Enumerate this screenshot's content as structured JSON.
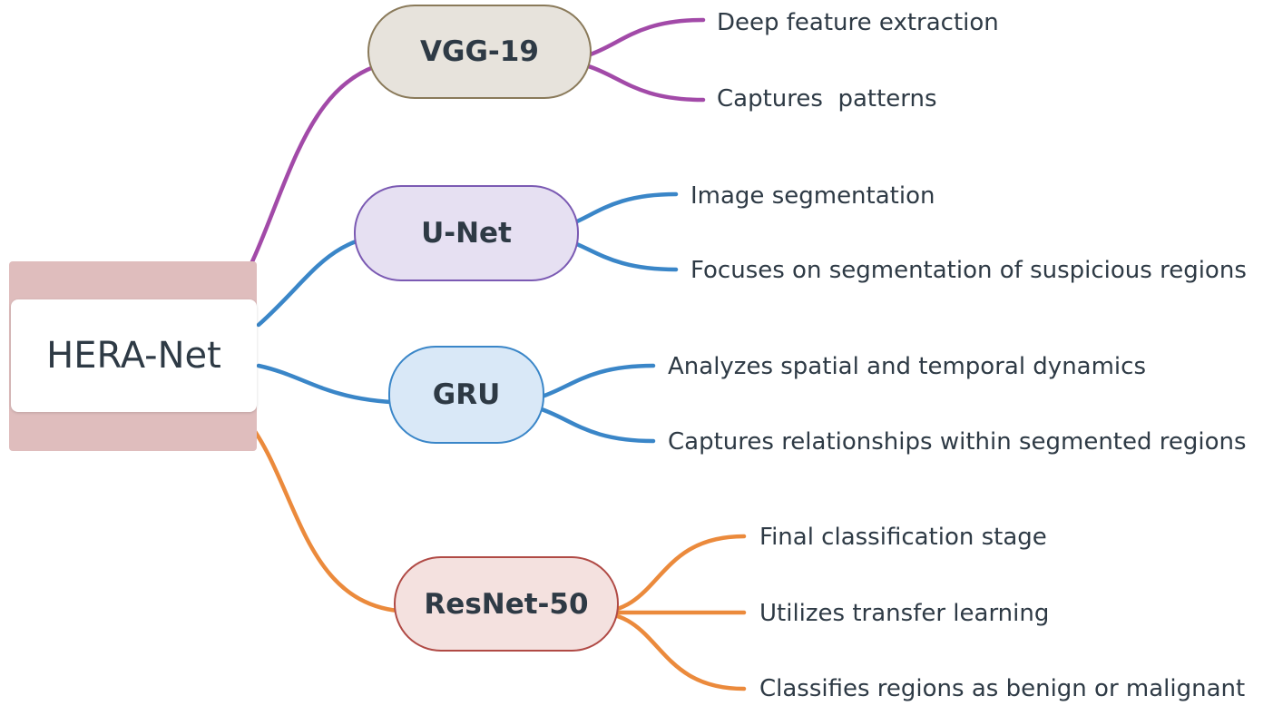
{
  "root": {
    "label": "HERA-Net"
  },
  "colors": {
    "vgg": "#a24aa8",
    "unet": "#3a86c8",
    "gru": "#3a86c8",
    "resnet": "#eb8a3c",
    "root_shadow": "#dfbdbd",
    "text": "#2e3a45"
  },
  "branches": [
    {
      "label": "VGG-19",
      "fill": "#e7e3dc",
      "border": "#8a7a5a",
      "line_color": "#a24aa8",
      "leaves": [
        "Deep feature extraction",
        "Captures  patterns"
      ]
    },
    {
      "label": "U-Net",
      "fill": "#e6e0f2",
      "border": "#7b5ab3",
      "line_color": "#3a86c8",
      "leaves": [
        "Image segmentation",
        "Focuses on segmentation of suspicious regions"
      ]
    },
    {
      "label": "GRU",
      "fill": "#d9e8f7",
      "border": "#3a86c8",
      "line_color": "#3a86c8",
      "leaves": [
        "Analyzes spatial and temporal dynamics",
        "Captures relationships within segmented regions"
      ]
    },
    {
      "label": "ResNet-50",
      "fill": "#f4e1df",
      "border": "#b04a45",
      "line_color": "#eb8a3c",
      "leaves": [
        "Final classification stage",
        "Utilizes transfer learning",
        "Classifies regions as benign or malignant"
      ]
    }
  ]
}
